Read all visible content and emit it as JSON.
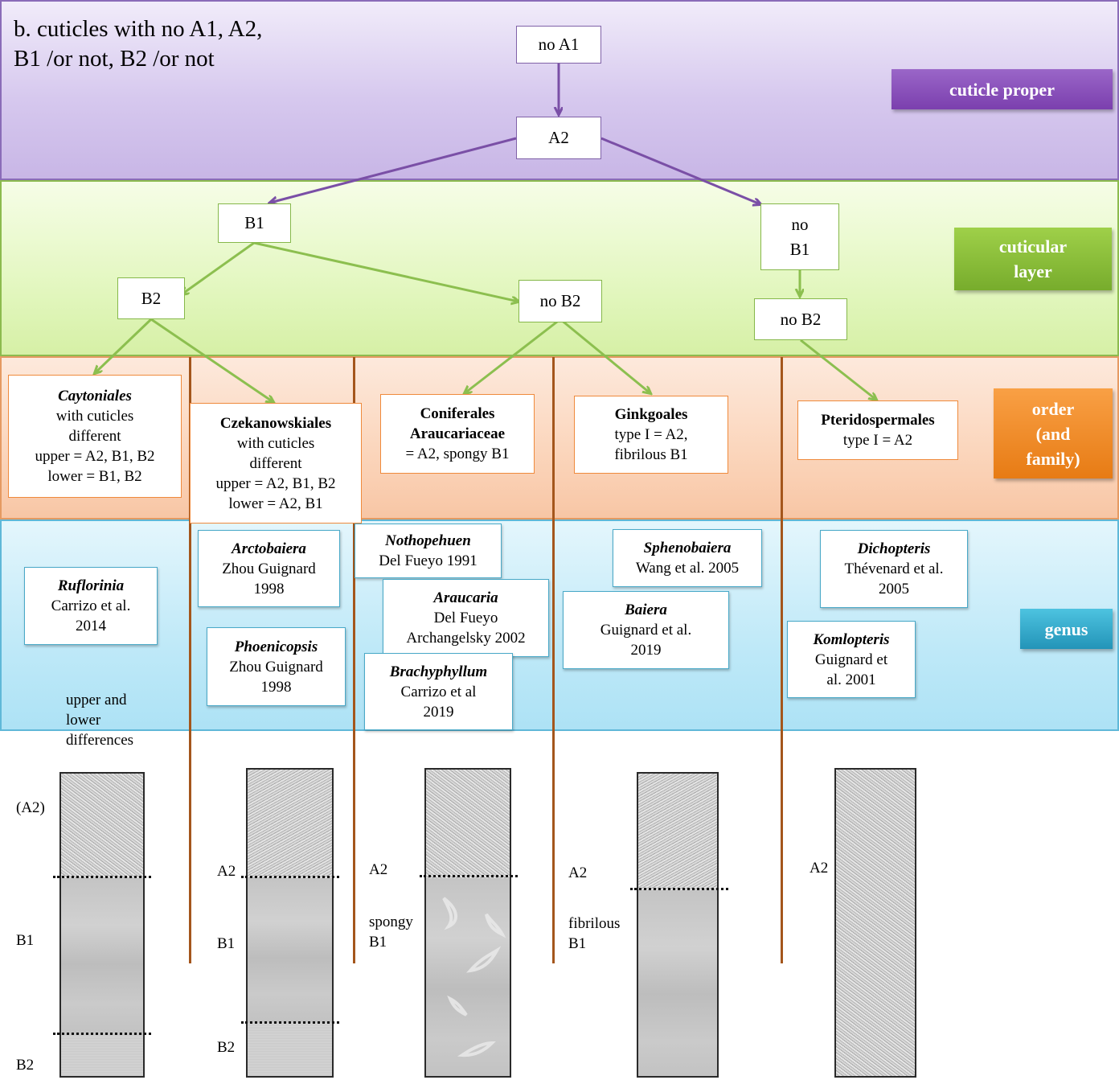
{
  "title_lines": [
    "b. cuticles with no A1, A2,",
    "B1 /or not, B2 /or not"
  ],
  "tags": {
    "cuticle_proper": "cuticle proper",
    "cuticular_layer": [
      "cuticular",
      "layer"
    ],
    "order": [
      "order",
      "(and",
      "family)"
    ],
    "genus": "genus"
  },
  "tree": {
    "no_a1": "no A1",
    "a2": "A2",
    "b1": "B1",
    "no_b1": [
      "no",
      "B1"
    ],
    "b2": "B2",
    "no_b2_mid": "no B2",
    "no_b2_right": "no B2"
  },
  "orders": [
    {
      "name": "Caytoniales",
      "lines": [
        "with cuticles",
        "different",
        "upper = A2, B1, B2",
        "lower = B1, B2"
      ]
    },
    {
      "name": "Czekanowskiales",
      "lines": [
        "with cuticles",
        "different",
        "upper = A2, B1, B2",
        "lower = A2, B1"
      ]
    },
    {
      "name_lines": [
        "Coniferales",
        "Araucariaceae"
      ],
      "lines": [
        "= A2, spongy B1"
      ]
    },
    {
      "name": "Ginkgoales",
      "lines": [
        "type I = A2,",
        "fibrilous  B1"
      ]
    },
    {
      "name": "Pteridospermales",
      "lines": [
        "type I = A2"
      ]
    }
  ],
  "genera": [
    {
      "name": "Ruflorinia",
      "lines": [
        "Carrizo et al.",
        "2014"
      ]
    },
    {
      "name": "Arctobaiera",
      "lines": [
        "Zhou Guignard",
        "1998"
      ]
    },
    {
      "name": "Phoenicopsis",
      "lines": [
        "Zhou Guignard",
        "1998"
      ]
    },
    {
      "name": "Nothopehuen",
      "lines": [
        "Del Fueyo 1991"
      ]
    },
    {
      "name": "Araucaria",
      "lines": [
        "Del Fueyo",
        "Archangelsky 2002"
      ]
    },
    {
      "name": "Brachyphyllum",
      "lines": [
        "Carrizo et al",
        "2019"
      ]
    },
    {
      "name": "Sphenobaiera",
      "lines": [
        "Wang et al. 2005"
      ]
    },
    {
      "name": "Baiera",
      "lines": [
        "Guignard et al.",
        "2019"
      ]
    },
    {
      "name": "Dichopteris",
      "lines": [
        "Thévenard et al.",
        "2005"
      ]
    },
    {
      "name": "Komlopteris",
      "lines": [
        "Guignard et",
        "al. 2001"
      ]
    }
  ],
  "note_lines": [
    "upper and",
    "lower",
    "differences"
  ],
  "layer_labels": {
    "col1": [
      "(A2)",
      "B1",
      "B2"
    ],
    "col2": [
      "A2",
      "B1",
      "B2"
    ],
    "col3": [
      "A2",
      "spongy",
      "B1"
    ],
    "col4": [
      "A2",
      "fibrilous",
      "B1"
    ],
    "col5": [
      "A2"
    ]
  },
  "colors": {
    "purple_arrow": "#7a4fa6",
    "green_arrow": "#8cbf4f",
    "divider": "#a4561c"
  }
}
